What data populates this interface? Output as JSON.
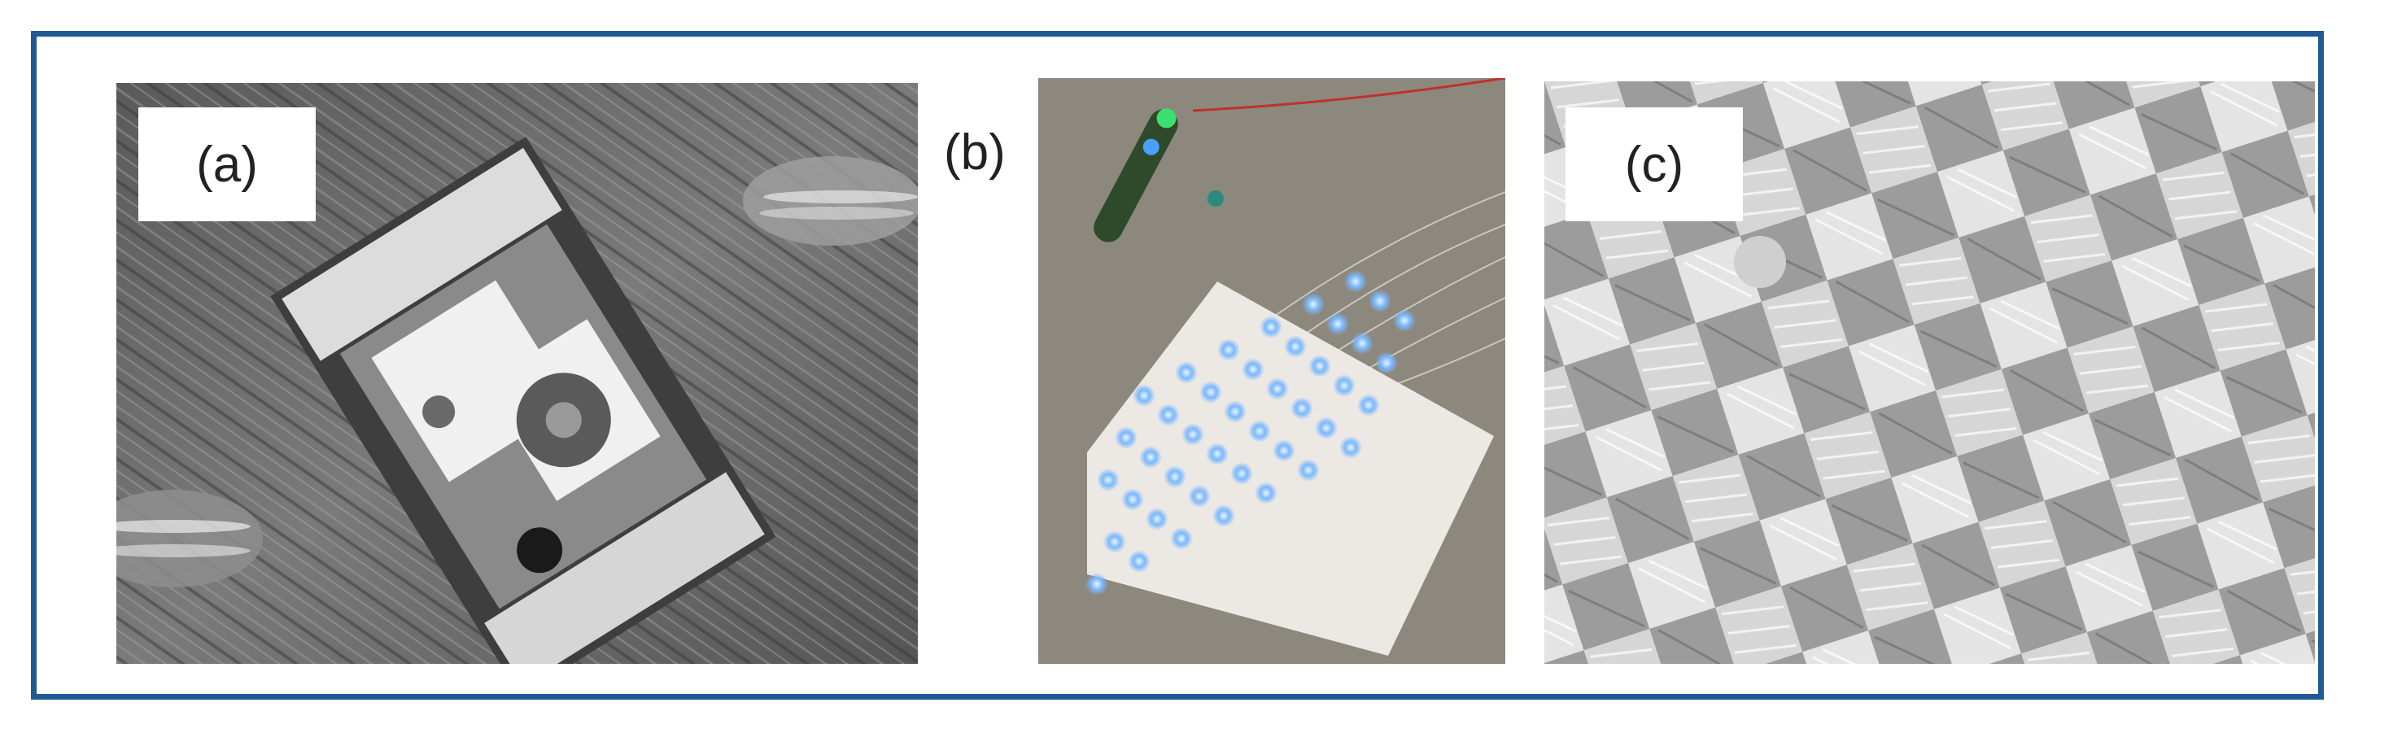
{
  "figure": {
    "border_color": "#1f5a94",
    "panels": [
      {
        "id": "a",
        "label": "(a)",
        "description_colors": {
          "background": "#6b6b6b",
          "component": "#d8d8d8"
        }
      },
      {
        "id": "b",
        "label": "(b)",
        "description_colors": {
          "background": "#8d8a80",
          "led": "#6fb0ff",
          "wire": "#c0302a"
        }
      },
      {
        "id": "c",
        "label": "(c)",
        "description_colors": {
          "background": "#b8b8b8"
        }
      }
    ]
  }
}
